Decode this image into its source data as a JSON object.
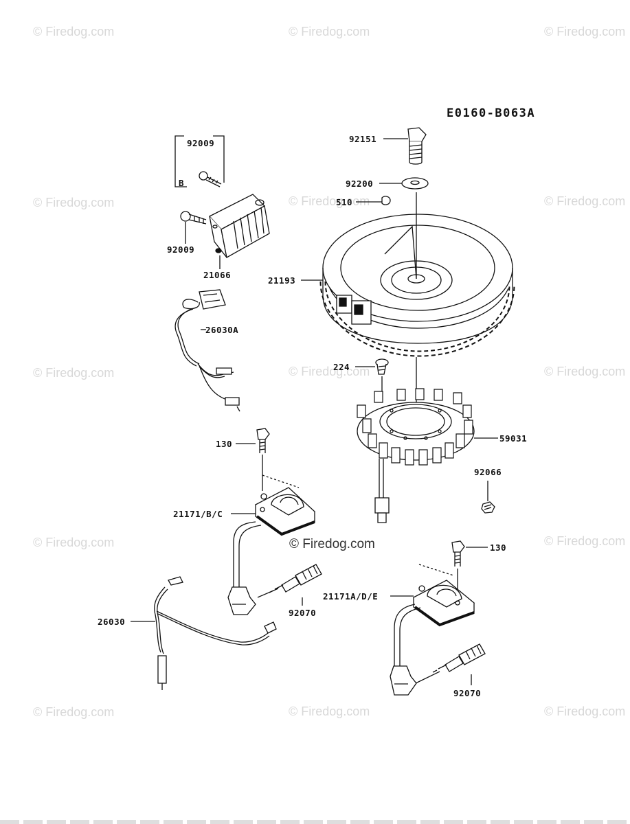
{
  "diagram_code": "E0160-B063A",
  "watermark_text": "© Firedog.com",
  "watermark_center": "© Firedog.com",
  "group_label": "B",
  "parts": {
    "p92009_top": "92009",
    "p92009_bottom": "92009",
    "p21066": "21066",
    "p26030A": "26030A",
    "p92151": "92151",
    "p92200": "92200",
    "p510": "510",
    "p21193": "21193",
    "p224": "224",
    "p59031": "59031",
    "p92066": "92066",
    "p130_left": "130",
    "p130_right": "130",
    "p21171BC": "21171/B/C",
    "p21171ADE": "21171A/D/E",
    "p92070_left": "92070",
    "p92070_right": "92070",
    "p26030": "26030"
  }
}
